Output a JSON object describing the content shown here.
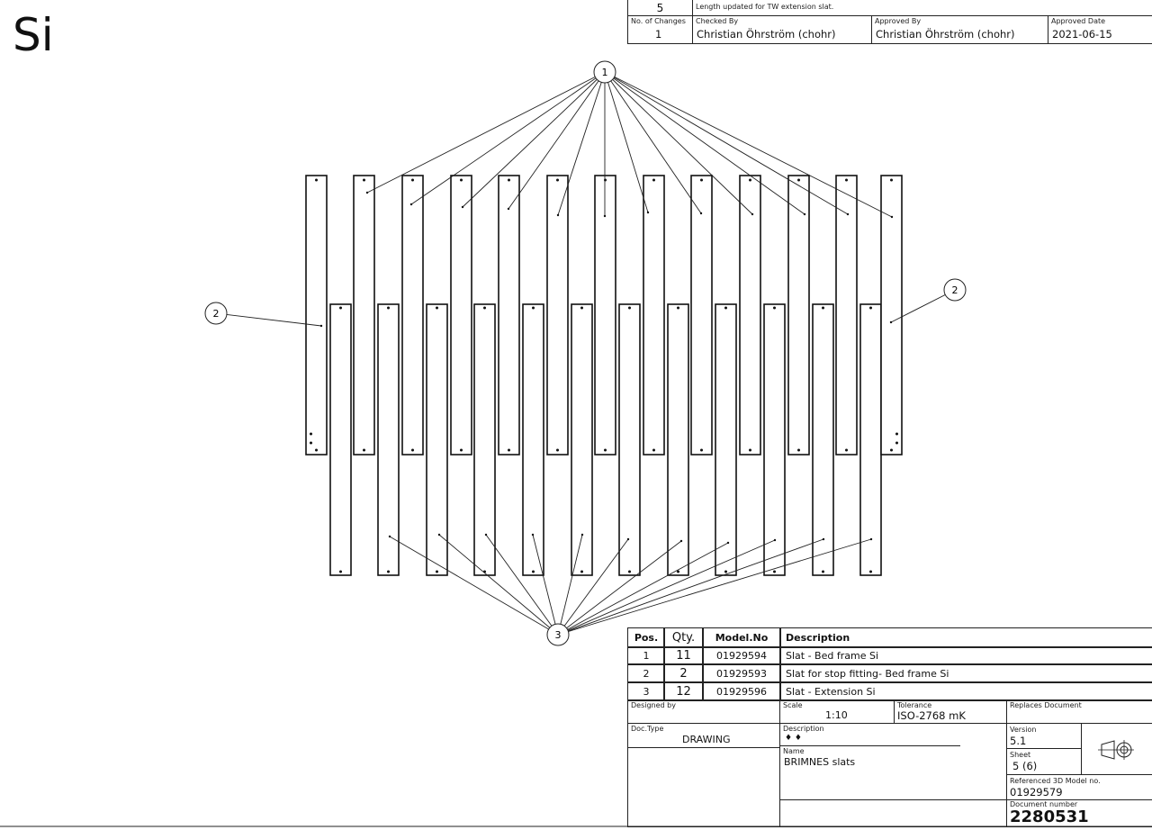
{
  "sheet_title": "Si",
  "revision": {
    "version": "5",
    "note": "Length updated for TW extension slat.",
    "no_of_changes_label": "No. of Changes",
    "no_of_changes": "1",
    "checked_by_label": "Checked By",
    "checked_by": "Christian Öhrström (chohr)",
    "approved_by_label": "Approved By",
    "approved_by": "Christian Öhrström (chohr)",
    "approved_date_label": "Approved Date",
    "approved_date": "2021-06-15"
  },
  "balloons": [
    "1",
    "2",
    "3"
  ],
  "parts_list": {
    "headers": [
      "Pos.",
      "Qty.",
      "Model.No",
      "Description"
    ],
    "rows": [
      [
        "1",
        "11",
        "01929594",
        "Slat - Bed frame Si"
      ],
      [
        "2",
        "2",
        "01929593",
        "Slat for stop fitting- Bed frame Si"
      ],
      [
        "3",
        "12",
        "01929596",
        "Slat - Extension Si"
      ]
    ]
  },
  "title_block": {
    "designed_by_label": "Designed by",
    "designed_by": "",
    "scale_label": "Scale",
    "scale": "1:10",
    "tolerance_label": "Tolerance",
    "tolerance": "ISO-2768 mK",
    "replaces_label": "Replaces Document",
    "doc_type_label": "Doc.Type",
    "doc_type": "DRAWING",
    "description_label": "Description",
    "description": "♦ ♦",
    "name_label": "Name",
    "name": "BRIMNES slats",
    "version_label": "Version",
    "version": "5.1",
    "sheet_label": "Sheet",
    "sheet": "5 (6)",
    "ref_model_label": "Referenced 3D Model no.",
    "ref_model": "01929579",
    "doc_number_label": "Document number",
    "doc_number": "2280531",
    "projection_icon": "first-angle-projection-icon"
  }
}
